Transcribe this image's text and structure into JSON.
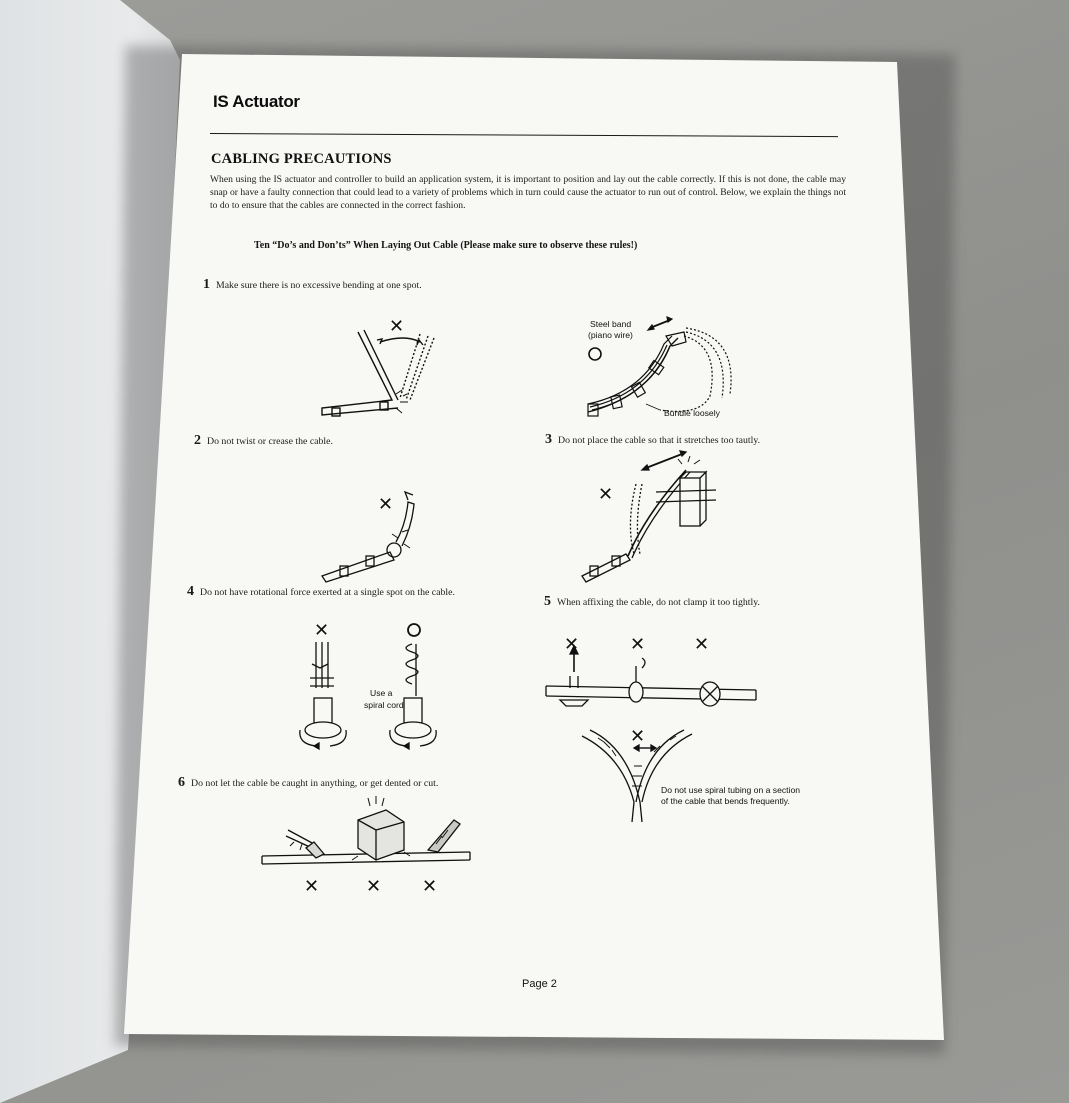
{
  "header": {
    "title": "IS Actuator"
  },
  "section": {
    "heading": "CABLING PRECAUTIONS",
    "intro": "When using the IS actuator and controller to build an application system, it is important to position and lay out the cable correctly. If this is not done, the cable may snap or have a faulty connection that could lead to a variety of problems which in turn could cause the actuator to run out of control. Below, we explain the things not to do to ensure that the cables are connected in the correct fashion.",
    "subheading": "Ten “Do’s and Don’ts” When Laying Out Cable (Please make sure to observe these rules!)"
  },
  "items": [
    {
      "number": "1",
      "text": "Make sure there is no excessive bending at one spot."
    },
    {
      "number": "2",
      "text": "Do not twist or crease the cable."
    },
    {
      "number": "3",
      "text": "Do not place the cable so that it stretches too tautly."
    },
    {
      "number": "4",
      "text": "Do not have rotational force exerted at a single spot on the cable."
    },
    {
      "number": "5",
      "text": "When affixing the cable, do not clamp it too tightly."
    },
    {
      "number": "6",
      "text": "Do not let the cable be caught in anything, or get dented or cut."
    }
  ],
  "figure_labels": {
    "steel_band_line1": "Steel band",
    "steel_band_line2": "(piano wire)",
    "bundle_loosely": "Bundle loosely",
    "use_spiral_line1": "Use a",
    "use_spiral_line2": "spiral cord",
    "spiral_tubing_line1": "Do not use spiral tubing on a section",
    "spiral_tubing_line2": "of the cable that bends frequently."
  },
  "marks": {
    "wrong": "✕",
    "correct": "O"
  },
  "footer": {
    "page_label": "Page 2"
  },
  "colors": {
    "paper": "#f8f8f5",
    "ink": "#111111",
    "background": "#959592"
  }
}
